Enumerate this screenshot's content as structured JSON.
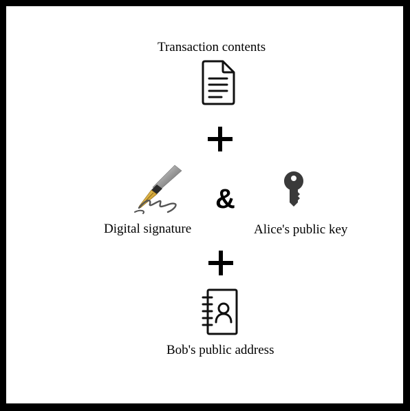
{
  "diagram": {
    "transaction_label": "Transaction contents",
    "signature_label": "Digital signature",
    "public_key_label": "Alice's public key",
    "address_label": "Bob's public address",
    "ampersand": "&",
    "icons": {
      "document": "document-icon",
      "signature": "fountain-pen-icon",
      "key": "key-icon",
      "address_book": "address-book-icon",
      "plus": "plus-icon"
    },
    "colors": {
      "border": "#000000",
      "background": "#ffffff",
      "key": "#3a3a3a",
      "pen_gold": "#c9a233"
    }
  }
}
